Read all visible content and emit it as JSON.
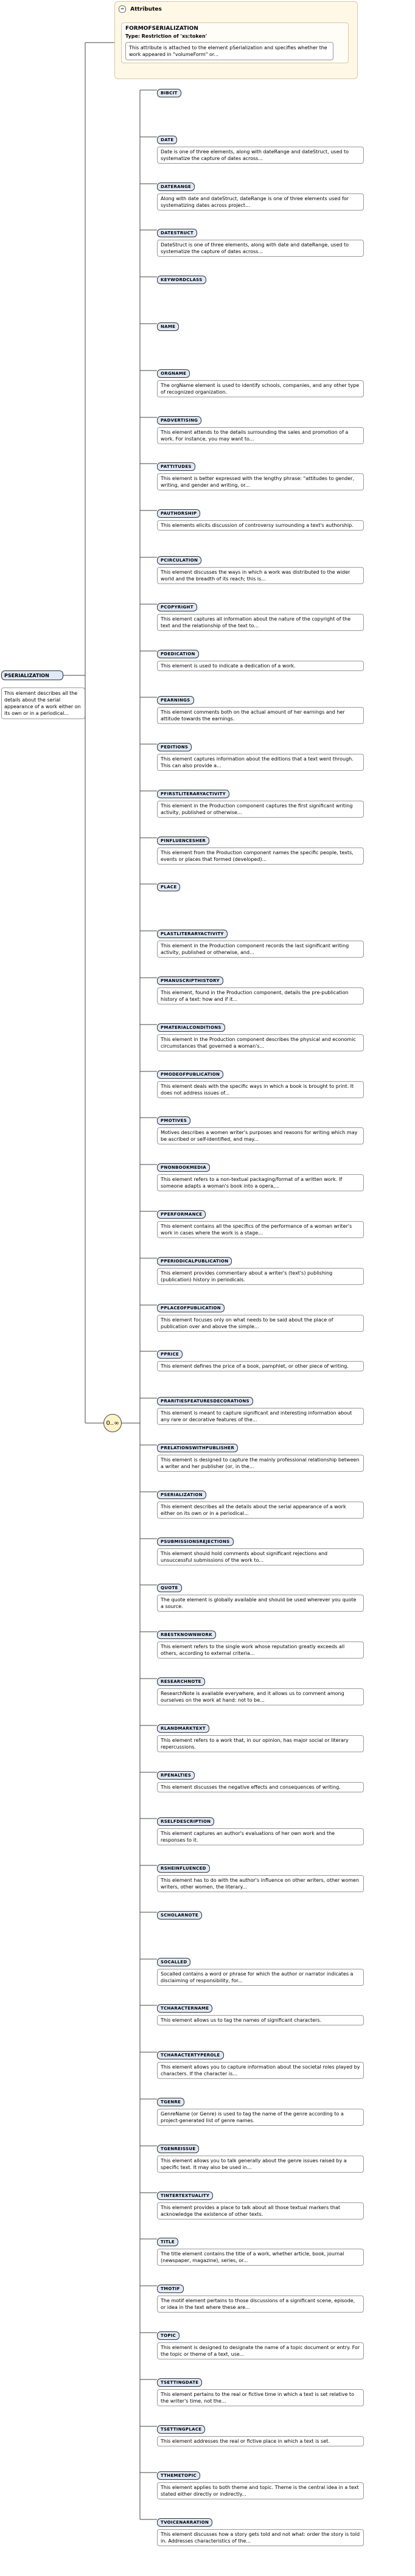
{
  "attributes": {
    "header": "Attributes",
    "name": "FORMOFSERIALIZATION",
    "type_label": "Type:",
    "type_value": "Restriction of 'xs:token'",
    "description": "This attribute is attached to the element pSerialization and specifies whether the work appeared in \"volumeForm\" or..."
  },
  "root": {
    "name": "PSERIALIZATION",
    "description": "This element describes all the details about the serial appearance of a work either on its own or in a periodical..."
  },
  "sequence": {
    "cardinality": "0..∞"
  },
  "elements": [
    {
      "name": "BIBCIT",
      "desc": ""
    },
    {
      "name": "DATE",
      "desc": "Date is one of three elements, along with dateRange and dateStruct, used to systematize the capture of dates across..."
    },
    {
      "name": "DATERANGE",
      "desc": "Along with date and dateStruct, dateRange is one of three elements used for systematizing dates across project..."
    },
    {
      "name": "DATESTRUCT",
      "desc": "DateStruct is one of three elements, along with date and dateRange, used to systematize the capture of dates across..."
    },
    {
      "name": "KEYWORDCLASS",
      "desc": ""
    },
    {
      "name": "NAME",
      "desc": ""
    },
    {
      "name": "ORGNAME",
      "desc": "The orgName element is used to identify schools, companies, and any other type of recognized organization."
    },
    {
      "name": "PADVERTISING",
      "desc": "This element attends to the details surrounding the sales and promotion of a work. For instance, you may want to..."
    },
    {
      "name": "PATTITUDES",
      "desc": "This element is better expressed with the lengthy phrase: \"attitudes to gender, writing, and gender and writing, or..."
    },
    {
      "name": "PAUTHORSHIP",
      "desc": "This elements elicits discussion of controversy surrounding a text's authorship."
    },
    {
      "name": "PCIRCULATION",
      "desc": "This element discusses the ways in which a work was distributed to the wider world and the breadth of its reach; this is..."
    },
    {
      "name": "PCOPYRIGHT",
      "desc": "This element captures all information about the nature of the copyright of the text and the relationship of the text to..."
    },
    {
      "name": "PDEDICATION",
      "desc": "This element is used to indicate a dedication of a work."
    },
    {
      "name": "PEARNINGS",
      "desc": "This element comments both on the actual amount of her earnings and her attitude towards the earnings."
    },
    {
      "name": "PEDITIONS",
      "desc": "This element captures information about the editions that a text went through. This can also provide a..."
    },
    {
      "name": "PFIRSTLITERARYACTIVITY",
      "desc": "This element in the Production component captures the first significant writing activity, published or otherwise..."
    },
    {
      "name": "PINFLUENCESHER",
      "desc": "This element from the Production component names the specific people, texts, events or places that formed (developed)..."
    },
    {
      "name": "PLACE",
      "desc": ""
    },
    {
      "name": "PLASTLITERARYACTIVITY",
      "desc": "This element in the Production component records the last significant writing activity, published or otherwise, and..."
    },
    {
      "name": "PMANUSCRIPTHISTORY",
      "desc": "This element, found in the Production component, details the pre-publication history of a text: how and if it..."
    },
    {
      "name": "PMATERIALCONDITIONS",
      "desc": "This element in the Production component describes the physical and economic circumstances that governed a woman's..."
    },
    {
      "name": "PMODEOFPUBLICATION",
      "desc": "This element deals with the specific ways in which a book is brought to print. It does not address issues of..."
    },
    {
      "name": "PMOTIVES",
      "desc": "Motives describes a women writer's purposes and reasons for writing which may be ascribed or self-identified, and may..."
    },
    {
      "name": "PNONBOOKMEDIA",
      "desc": "This element refers to a non-textual packaging/format of a written work. If someone adapts a woman's book into a opera,..."
    },
    {
      "name": "PPERFORMANCE",
      "desc": "This element contains all the specifics of the performance of a woman writer's work in cases where the work is a stage..."
    },
    {
      "name": "PPERIODICALPUBLICATION",
      "desc": "This element provides commentary about a writer's (text's) publishing (publication) history in periodicals."
    },
    {
      "name": "PPLACEOFPUBLICATION",
      "desc": "This element focuses only on what needs to be said about the place of publication over and above the simple..."
    },
    {
      "name": "PPRICE",
      "desc": "This element defines the price of a book, pamphlet, or other piece of writing."
    },
    {
      "name": "PRARITIESFEATURESDECORATIONS",
      "desc": "This element is meant to capture significant and interesting information about any rare or decorative features of the..."
    },
    {
      "name": "PRELATIONSWITHPUBLISHER",
      "desc": "This element is designed to capture the mainly professional relationship between a writer and her publisher (or, in the..."
    },
    {
      "name": "PSERIALIZATION",
      "desc": "This element describes all the details about the serial appearance of a work either on its own or in a periodical..."
    },
    {
      "name": "PSUBMISSIONSREJECTIONS",
      "desc": "This element should hold comments about significant rejections and unsuccessful submissions of the work to..."
    },
    {
      "name": "QUOTE",
      "desc": "The quote element is globally available and should be used wherever you quote a source."
    },
    {
      "name": "RBESTKNOWNWORK",
      "desc": "This element refers to the single work whose reputation greatly exceeds all others, according to external criteria..."
    },
    {
      "name": "RESEARCHNOTE",
      "desc": "ResearchNote is available everywhere, and it allows us to comment among ourselves on the work at hand: not to be..."
    },
    {
      "name": "RLANDMARKTEXT",
      "desc": "This element refers to a work that, in our opinion, has major social or literary repercussions."
    },
    {
      "name": "RPENALTIES",
      "desc": "This element discusses the negative effects and consequences of writing."
    },
    {
      "name": "RSELFDESCRIPTION",
      "desc": "This element captures an author's evaluations of her own work and the responses to it."
    },
    {
      "name": "RSHEINFLUENCED",
      "desc": "This element has to do with the author's influence on other writers, other women writers, other women, the literary..."
    },
    {
      "name": "SCHOLARNOTE",
      "desc": ""
    },
    {
      "name": "SOCALLED",
      "desc": "Socalled contains a word or phrase for which the author or narrator indicates a disclaiming of responsibility, for..."
    },
    {
      "name": "TCHARACTERNAME",
      "desc": "This element allows us to tag the names of significant characters."
    },
    {
      "name": "TCHARACTERTYPEROLE",
      "desc": "This element allows you to capture information about the societal roles played by characters. If the character is..."
    },
    {
      "name": "TGENRE",
      "desc": "GenreName (or Genre) is used to tag the name of the genre according to a project-generated list of genre names."
    },
    {
      "name": "TGENREISSUE",
      "desc": "This element allows you to talk generally about the genre issues raised by a specific text. It may also be used in..."
    },
    {
      "name": "TINTERTEXTUALITY",
      "desc": "This element provides a place to talk about all those textual markers that acknowledge the existence of other texts."
    },
    {
      "name": "TITLE",
      "desc": "The title element contains the title of a work, whether article, book, journal (newspaper, magazine), series, or..."
    },
    {
      "name": "TMOTIF",
      "desc": "The motif element pertains to those discussions of a significant scene, episode, or idea in the text where these are..."
    },
    {
      "name": "TOPIC",
      "desc": "This element is designed to designate the name of a topic document or entry. For the topic or theme of a text, use..."
    },
    {
      "name": "TSETTINGDATE",
      "desc": "This element pertains to the real or fictive time in which a text is set relative to the writer's time, not the..."
    },
    {
      "name": "TSETTINGPLACE",
      "desc": "This element addresses the real or fictive place in which a text is set."
    },
    {
      "name": "TTHEMETOPIC",
      "desc": "This element applies to both theme and topic. Theme is the central idea in a text stated either directly or indirectly..."
    },
    {
      "name": "TVOICENARRATION",
      "desc": "This element discusses how a story gets told and not what: order the story is told in. Addresses characteristics of the..."
    }
  ]
}
